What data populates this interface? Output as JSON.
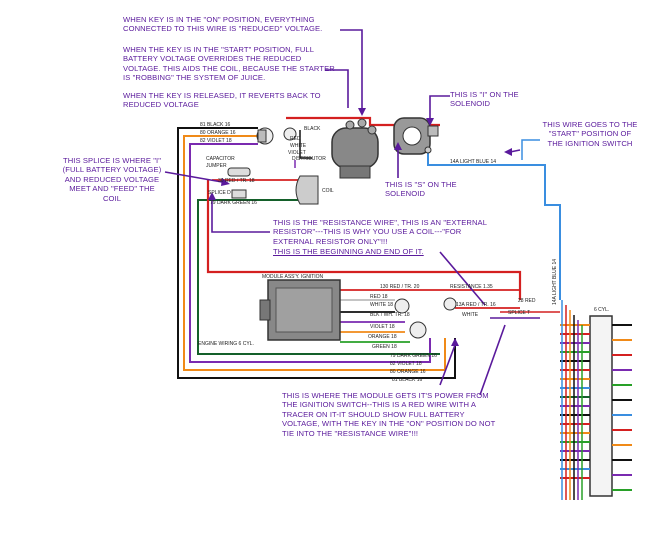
{
  "notes": {
    "key_on": "WHEN KEY IS IN THE \"ON\" POSITION, EVERYTHING CONNECTED TO THIS WIRE IS \"REDUCED\" VOLTAGE.",
    "key_start": "WHEN THE KEY IS IN THE \"START\" POSITION, FULL BATTERY VOLTAGE OVERRIDES THE REDUCED VOLTAGE. THIS AIDS THE COIL, BECAUSE THE STARTER IS \"ROBBING\" THE SYSTEM OF JUICE.",
    "key_released": "WHEN THE KEY IS RELEASED, IT REVERTS BACK TO REDUCED VOLTAGE",
    "i_solenoid": "THIS IS \"I\" ON THE SOLENOID",
    "s_solenoid": "THIS IS \"S\" ON THE SOLENOID",
    "start_wire": "THIS WIRE GOES TO THE \"START\" POSITION OF THE IGNITION SWITCH",
    "splice": "THIS SPLICE IS WHERE \"I\" (FULL BATTERY VOLTAGE) AND REDUCED VOLTAGE MEET AND \"FEED\" THE COIL",
    "resistance_wire": "THIS IS THE \"RESISTANCE WIRE\", THIS IS AN \"EXTERNAL RESISTOR\"---THIS IS WHY YOU USE A COIL---\"FOR EXTERNAL RESISTOR ONLY\"!!!",
    "beginning_end": "THIS IS THE BEGINNING AND END OF IT.",
    "module_power": "THIS IS WHERE THE MODULE GETS IT'S POWER FROM THE IGNITION SWITCH--THIS IS A RED WIRE WITH A TRACER ON IT-IT SHOULD SHOW FULL BATTERY VOLTAGE, WITH THE KEY IN THE \"ON\" POSITION DO NOT TIE INTO THE \"RESISTANCE WIRE\"!!!"
  },
  "labels": {
    "black_81": "81 BLACK 16",
    "orange_80": "80 ORANGE 16",
    "violet_82": "82 VIOLET 18",
    "capacitor": "CAPACITOR",
    "jumper": "JUMPER",
    "red_tr_top": "30 RED / TR. 18",
    "splice_d": "SPLICE D",
    "dark_green": "79 DARK GREEN 16",
    "coil": "COIL",
    "black": "BLACK",
    "red": "RED",
    "white": "WHITE",
    "violet": "VIOLET",
    "distributor": "DISTRIBUTOR",
    "light_blue_14a": "14A LIGHT BLUE 14",
    "light_blue_vert": "14A LIGHT BLUE 14",
    "module": "MODULE ASS'Y. IGNITION",
    "red_tr_20": "130 RED / TR. 20",
    "resistance": "RESISTANCE 1.35",
    "red_18": "RED 18",
    "white_18": "WHITE 18",
    "blk_wh": "BLK / WH. TR. 18",
    "violet_18": "VIOLET 18",
    "orange_18": "ORANGE 18",
    "green_18": "GREEN 18",
    "white_small": "WHITE",
    "red_tr_13a": "13A RED / TR. 16",
    "red_28": "28 RED",
    "splice_t": "SPLICE T",
    "engine_wiring": "ENGINE WIRING 6 CYL.",
    "dk_green_79": "79 DARK GREEN 16",
    "violet_82b": "82 VIOLET 18",
    "orange_80b": "80 ORANGE 16",
    "black_81b": "81 BLACK 16",
    "six_cyl": "6 CYL."
  },
  "colors": {
    "annotation": "#5a1a9c",
    "red": "#d42020",
    "black": "#111111",
    "orange": "#f08a18",
    "violet": "#7a2ab0",
    "dark_green": "#14602a",
    "green": "#28a028",
    "light_blue": "#3a8ee0",
    "white_wire": "#cfcfcf"
  }
}
